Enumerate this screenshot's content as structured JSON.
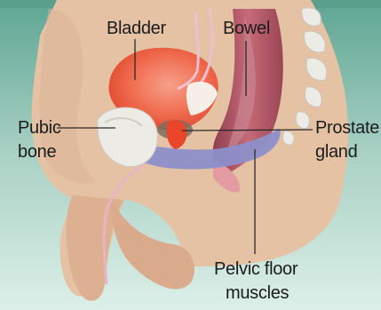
{
  "labels": {
    "bladder": "Bladder",
    "bowel": "Bowel",
    "pubic_bone_1": "Pubic",
    "pubic_bone_2": "bone",
    "prostate_1": "Prostate",
    "prostate_2": "gland",
    "pelvic_1": "Pelvic floor",
    "pelvic_2": "muscles"
  },
  "colors": {
    "background_top": "#5ea593",
    "background_bottom": "#d9ece6",
    "skin": "#e7c3a6",
    "skin_shadow": "#c99d80",
    "bladder": "#ee4b2f",
    "bowel": "#a94e5f",
    "bone": "#ecebe6",
    "pelvic_floor": "#8c8fcb",
    "prostate": "#e8452b",
    "leader_line": "#2a2a2a"
  }
}
